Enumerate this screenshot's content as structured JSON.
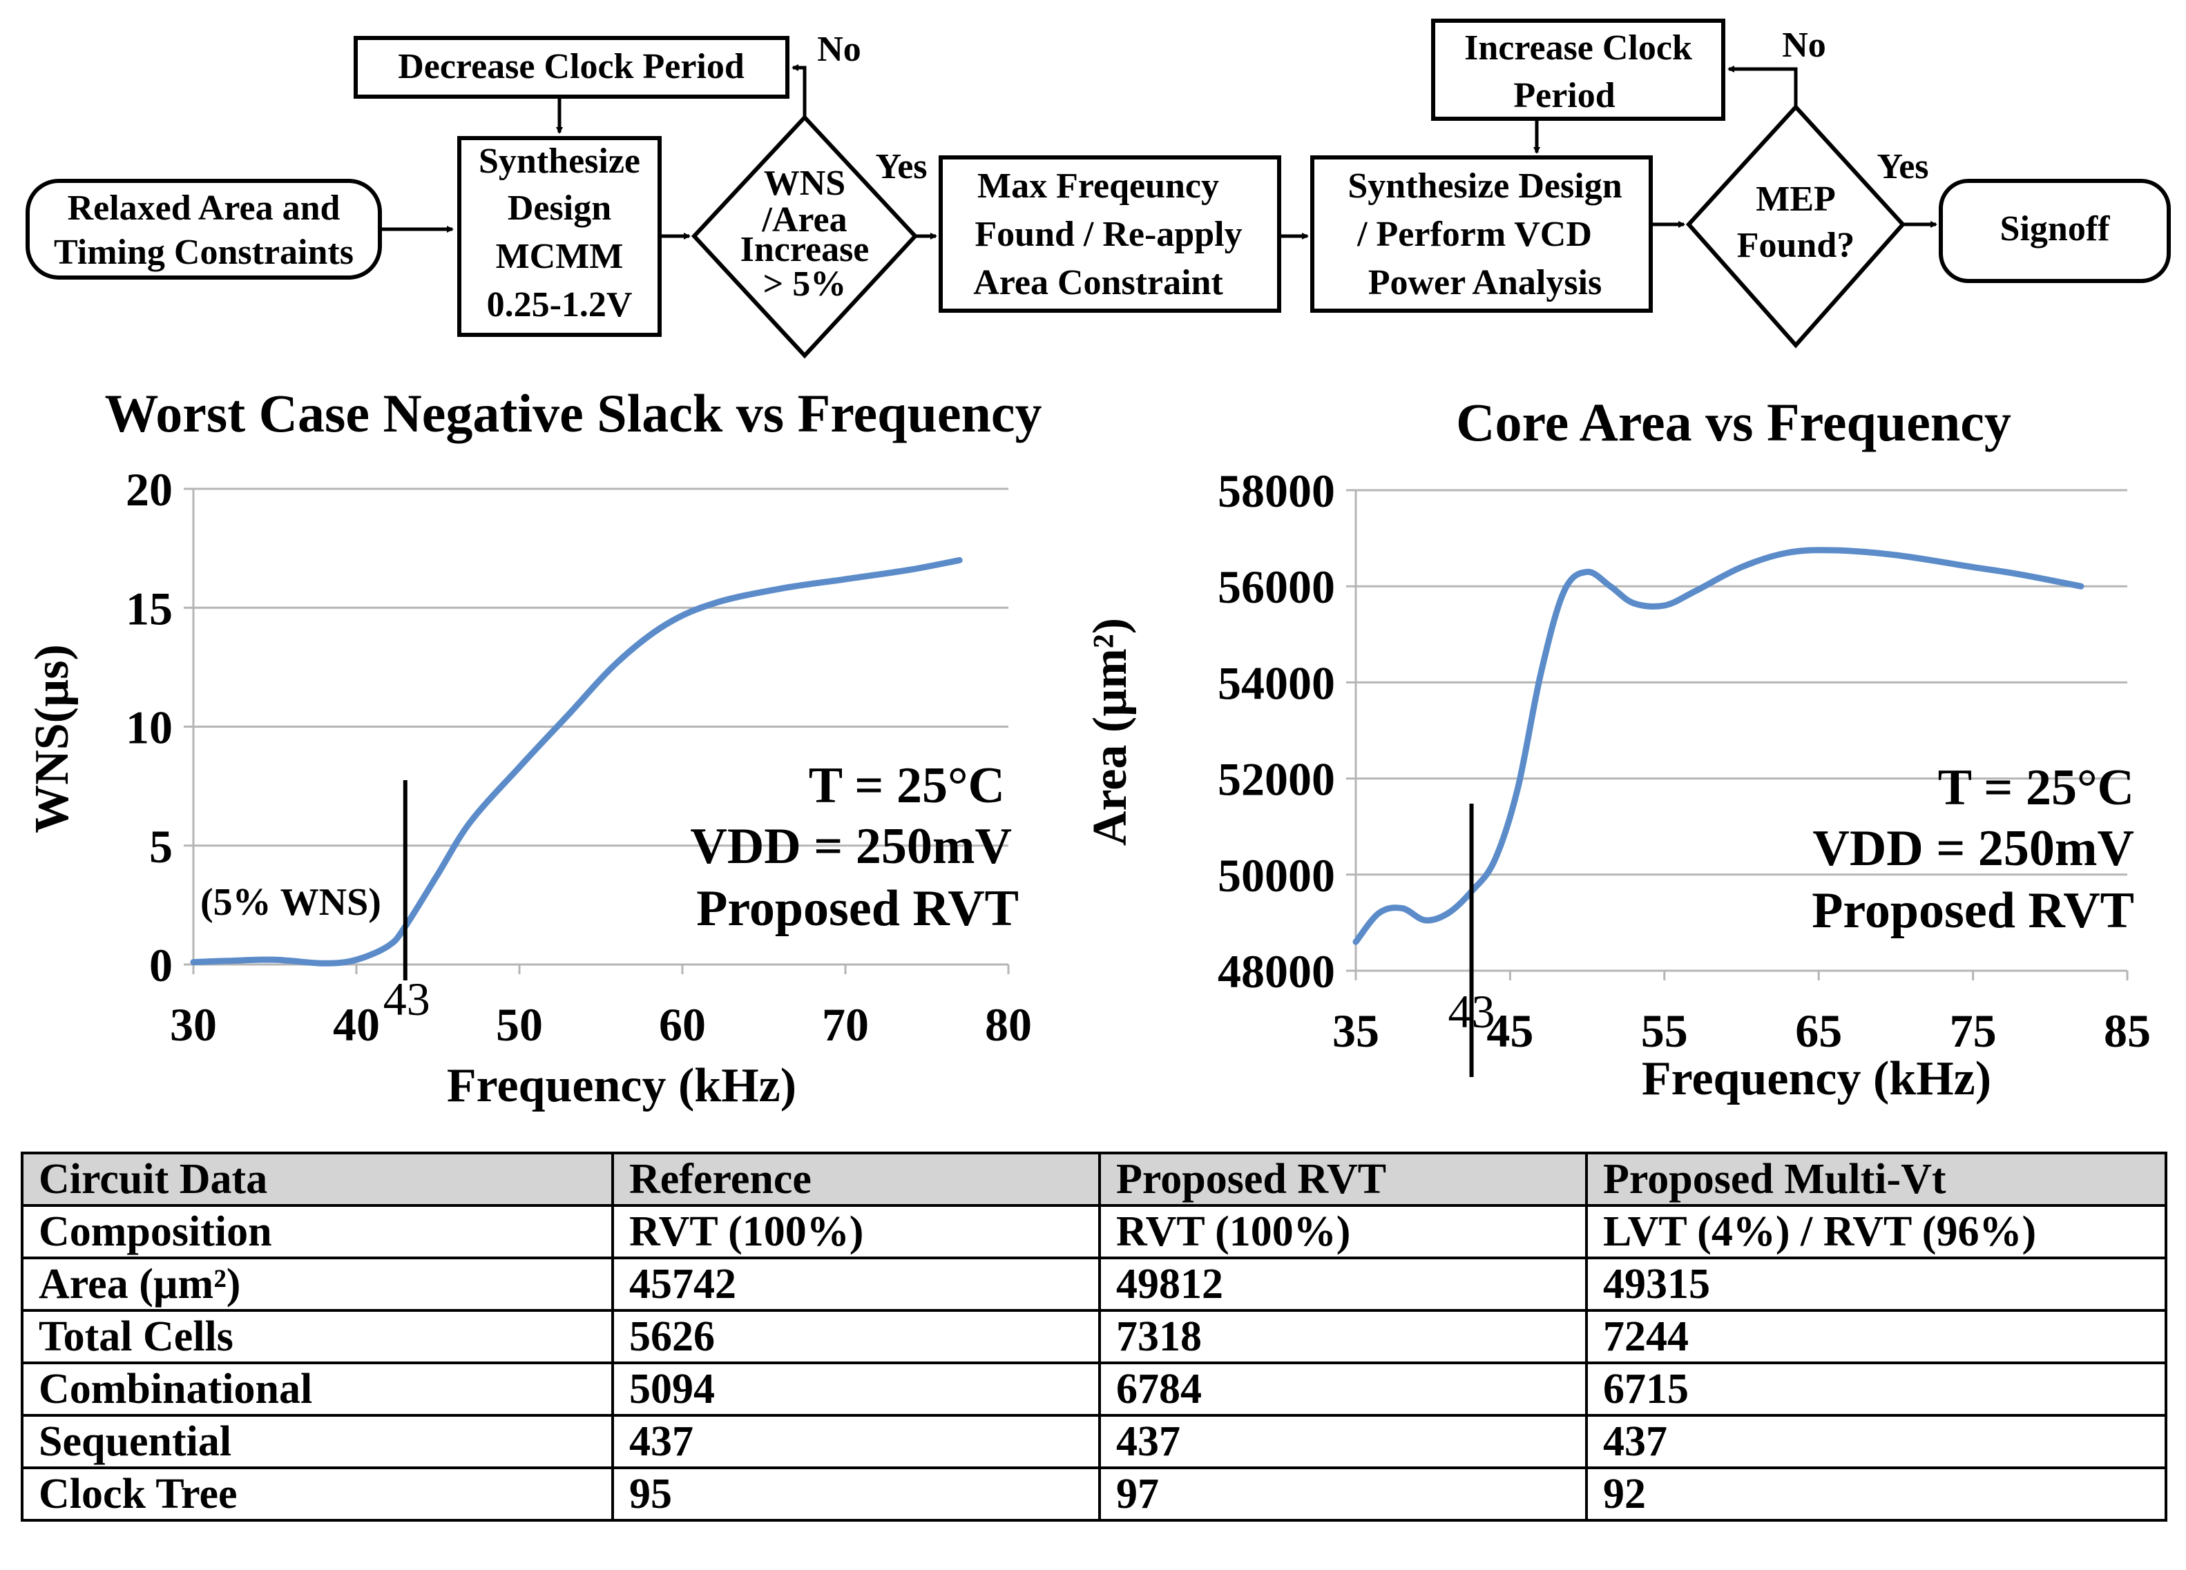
{
  "flowchart": {
    "nodes": {
      "relaxed": [
        "Relaxed Area and",
        "Timing Constraints"
      ],
      "decrease": [
        "Decrease Clock Period"
      ],
      "synth1": [
        "Synthesize",
        "Design",
        "MCMM",
        "0.25-1.2V"
      ],
      "wns_decision": [
        "WNS",
        "/Area",
        "Increase",
        "> 5%"
      ],
      "maxfreq": [
        "Max Freqeuncy",
        "Found / Re-apply",
        "Area Constraint"
      ],
      "synth2": [
        "Synthesize Design",
        "/ Perform VCD",
        "Power Analysis"
      ],
      "increase": [
        "Increase Clock",
        "Period"
      ],
      "mep_decision": [
        "MEP",
        "Found?"
      ],
      "signoff": [
        "Signoff"
      ]
    },
    "edge_labels": {
      "no1": "No",
      "yes1": "Yes",
      "no2": "No",
      "yes2": "Yes"
    }
  },
  "chart_data": [
    {
      "type": "line",
      "title": "Worst Case Negative Slack vs Frequency",
      "xlabel": "Frequency (kHz)",
      "ylabel": "WNS(µs)",
      "xlim": [
        30,
        80
      ],
      "ylim": [
        0,
        20
      ],
      "xticks": [
        30,
        40,
        50,
        60,
        70,
        80
      ],
      "yticks": [
        0,
        5,
        10,
        15,
        20
      ],
      "grid": "horizontal",
      "series": [
        {
          "color": "#5b8cc9",
          "x": [
            30,
            32,
            35,
            38,
            40,
            42,
            43,
            45,
            47,
            50,
            53,
            56,
            59,
            62,
            66,
            70,
            74,
            77
          ],
          "y": [
            0.1,
            0.15,
            0.2,
            0.05,
            0.2,
            0.8,
            1.6,
            3.8,
            6.0,
            8.3,
            10.5,
            12.7,
            14.3,
            15.2,
            15.8,
            16.2,
            16.6,
            17.0
          ]
        }
      ],
      "marker": {
        "x": 43,
        "label": "43"
      },
      "annotations": [
        "(5% WNS)",
        "T = 25°C",
        "VDD = 250mV",
        "Proposed RVT"
      ]
    },
    {
      "type": "line",
      "title": "Core Area vs Frequency",
      "xlabel": "Frequency (kHz)",
      "ylabel": "Area (µm²)",
      "xlim": [
        35,
        85
      ],
      "ylim": [
        48000,
        58000
      ],
      "xticks": [
        35,
        45,
        55,
        65,
        75,
        85
      ],
      "yticks": [
        48000,
        50000,
        52000,
        54000,
        56000,
        58000
      ],
      "grid": "horizontal",
      "series": [
        {
          "color": "#5b8cc9",
          "x": [
            35,
            36.5,
            38,
            39.5,
            41,
            42.5,
            44,
            45.5,
            47,
            48.5,
            50,
            51.5,
            53,
            55,
            57,
            60,
            63,
            66,
            70,
            75,
            78,
            82
          ],
          "y": [
            48600,
            49200,
            49300,
            49050,
            49200,
            49650,
            50300,
            51800,
            54200,
            55900,
            56300,
            56000,
            55650,
            55600,
            55900,
            56400,
            56700,
            56750,
            56650,
            56400,
            56250,
            56000
          ]
        }
      ],
      "marker": {
        "x": 42.5,
        "label": "43"
      },
      "annotations": [
        "T = 25°C",
        "VDD = 250mV",
        "Proposed RVT"
      ]
    }
  ],
  "table": {
    "headers": [
      "Circuit Data",
      "Reference",
      "Proposed RVT",
      "Proposed Multi-Vt"
    ],
    "rows": [
      [
        "Composition",
        "RVT (100%)",
        "RVT (100%)",
        "LVT (4%) / RVT (96%)"
      ],
      [
        "Area (µm²)",
        "45742",
        "49812",
        "49315"
      ],
      [
        "Total Cells",
        "5626",
        "7318",
        "7244"
      ],
      [
        "Combinational",
        "5094",
        "6784",
        "6715"
      ],
      [
        "Sequential",
        "437",
        "437",
        "437"
      ],
      [
        "Clock Tree",
        "95",
        "97",
        "92"
      ]
    ]
  }
}
